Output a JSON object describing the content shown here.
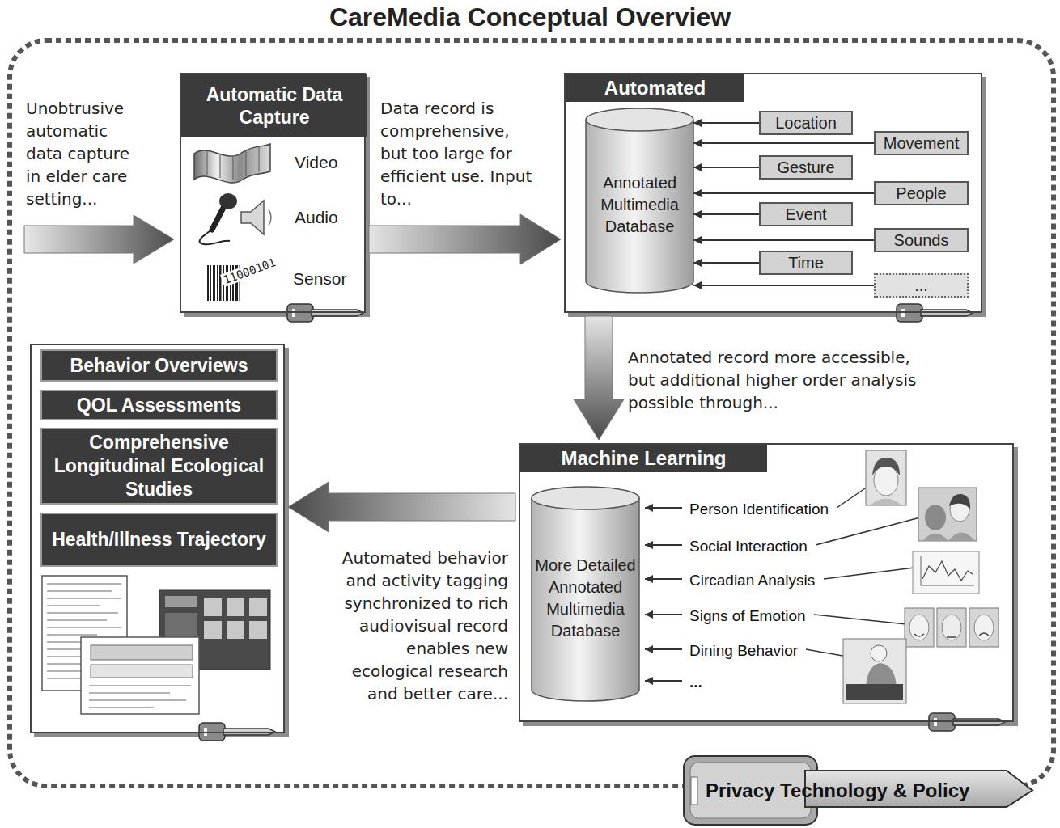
{
  "diagram": {
    "title": "CareMedia Conceptual Overview",
    "nodes": [
      {
        "text": [
          "Automatic Data Capture",
          "Video",
          "Audio",
          "Sensor"
        ]
      },
      {
        "text": [
          "Automated"
        ]
      },
      {
        "text": [
          "Annotated Multimedia Database"
        ],
        "in": 1
      },
      {
        "text": [
          "Location"
        ],
        "in": 1
      },
      {
        "text": [
          "Movement"
        ],
        "in": 1
      },
      {
        "text": [
          "Gesture"
        ],
        "in": 1
      },
      {
        "text": [
          "People"
        ],
        "in": 1
      },
      {
        "text": [
          "Event"
        ],
        "in": 1
      },
      {
        "text": [
          "Sounds"
        ],
        "in": 1
      },
      {
        "text": [
          "Time"
        ],
        "in": 1
      },
      {
        "text": [
          "..."
        ],
        "in": 1
      },
      {
        "text": [
          "Machine Learning",
          "Person Identification",
          "Social Interaction",
          "Circadian Analysis",
          "Signs of Emotion",
          "Dining Behavior",
          "..."
        ]
      },
      {
        "text": [
          "More Detailed Annotated Multimedia Database"
        ],
        "in": 11
      },
      {
        "text": []
      },
      {
        "text": [
          "Behavior Overviews"
        ],
        "in": 13
      },
      {
        "text": [
          "QOL Assessments"
        ],
        "in": 13
      },
      {
        "text": [
          "Comprehensive Longitudinal Ecological Studies"
        ],
        "in": 13
      },
      {
        "text": [
          "Health/Illness Trajectory"
        ],
        "in": 13
      },
      {
        "text": [
          "Privacy Technology & Policy"
        ]
      }
    ],
    "edges": [
      {
        "from": 0,
        "to": 1,
        "arrow": "to"
      },
      {
        "from": 3,
        "to": 2,
        "arrow": "to"
      },
      {
        "from": 4,
        "to": 2,
        "arrow": "to"
      },
      {
        "from": 5,
        "to": 2,
        "arrow": "to"
      },
      {
        "from": 6,
        "to": 2,
        "arrow": "to"
      },
      {
        "from": 7,
        "to": 2,
        "arrow": "to"
      },
      {
        "from": 8,
        "to": 2,
        "arrow": "to"
      },
      {
        "from": 9,
        "to": 2,
        "arrow": "to"
      },
      {
        "from": 10,
        "to": 2,
        "arrow": "to"
      },
      {
        "from": 1,
        "to": 11,
        "arrow": "to"
      },
      {
        "from": 11,
        "to": 13,
        "arrow": "to"
      }
    ],
    "labels": [
      "Unobtrusive automatic data capture in elder care setting...",
      "11000101",
      "Data record is comprehensive, but too large for efficient use. Input to...",
      "Annotated record more accessible, but additional higher order analysis possible through...",
      "Automated behavior and activity tagging synchronized to rich audiovisual record enables new ecological research and better care..."
    ]
  }
}
